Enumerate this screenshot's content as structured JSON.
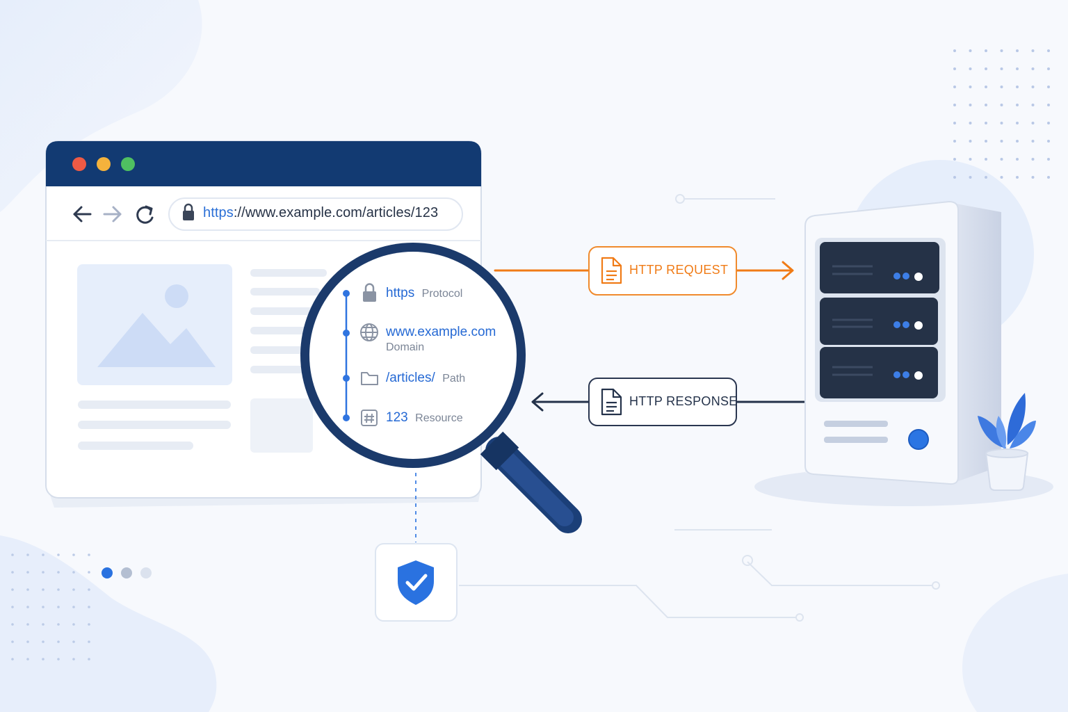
{
  "browser": {
    "window_buttons": [
      "close",
      "minimize",
      "maximize"
    ],
    "nav_icons": [
      "back-arrow-icon",
      "forward-arrow-icon",
      "reload-icon"
    ],
    "address": {
      "lock_icon": "lock-icon",
      "protocol": "https",
      "rest": "://www.example.com/articles/123"
    }
  },
  "url_breakdown": [
    {
      "icon": "lock-icon",
      "value": "https",
      "label": "Protocol"
    },
    {
      "icon": "globe-icon",
      "value": "www.example.com",
      "label": "Domain"
    },
    {
      "icon": "folder-icon",
      "value": "/articles/",
      "label": "Path"
    },
    {
      "icon": "hash-icon",
      "value": "123",
      "label": "Resource"
    }
  ],
  "flows": {
    "request": {
      "label": "HTTP REQUEST",
      "icon": "document-icon",
      "color": "#f07b16"
    },
    "response": {
      "label": "HTTP RESPONSE",
      "icon": "document-icon",
      "color": "#24324a"
    }
  },
  "security": {
    "icon": "shield-check-icon",
    "color": "#2a72e0"
  },
  "colors": {
    "browser_titlebar": "#123a72",
    "accent_blue": "#2569d4",
    "accent_orange": "#f07b16",
    "server_rack": "#253247"
  }
}
